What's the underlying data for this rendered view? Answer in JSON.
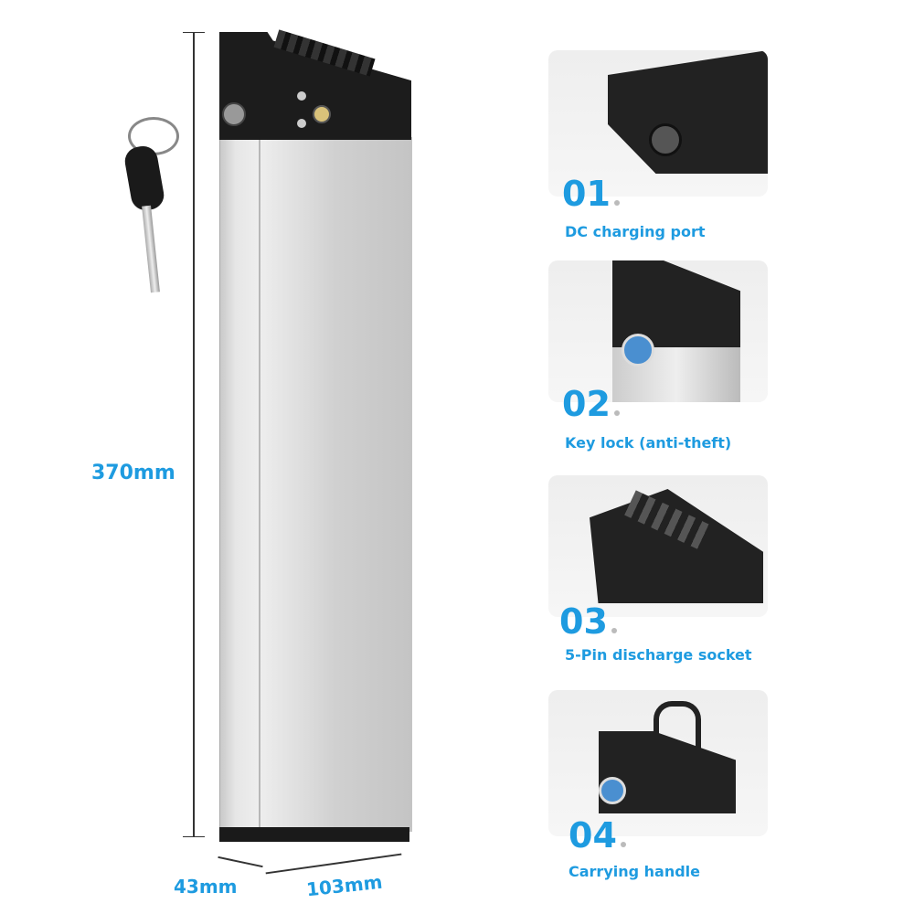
{
  "dimensions": {
    "height": "370mm",
    "depth": "43mm",
    "width": "103mm"
  },
  "features": [
    {
      "number": "01",
      "label": "DC charging port"
    },
    {
      "number": "02",
      "label": "Key lock (anti-theft)"
    },
    {
      "number": "03",
      "label": "5-Pin discharge socket"
    },
    {
      "number": "04",
      "label": "Carrying handle"
    }
  ],
  "colors": {
    "accent": "#1e9be0",
    "battery_body": "#d9d9d9",
    "battery_cap": "#1c1c1c"
  }
}
